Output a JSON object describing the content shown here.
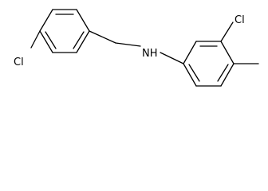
{
  "molecule": {
    "atoms": {
      "cl_left": "Cl",
      "nh": "NH",
      "cl_right": "Cl"
    }
  }
}
